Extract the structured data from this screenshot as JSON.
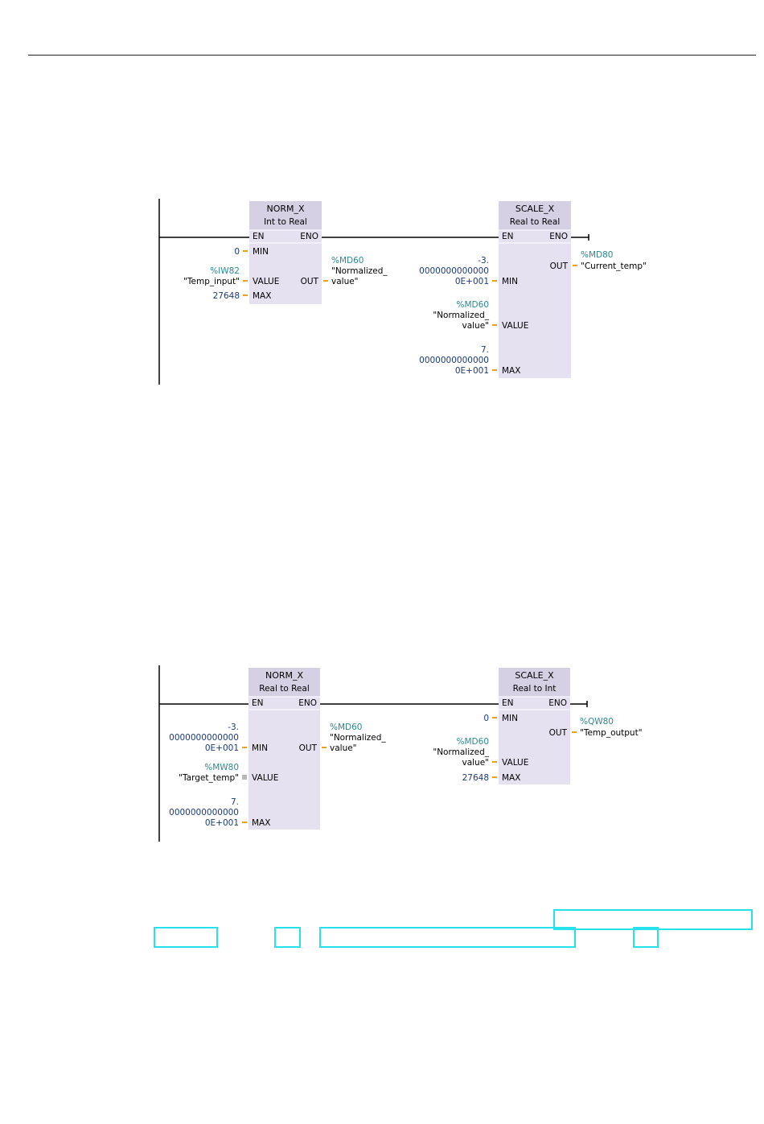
{
  "networks": [
    {
      "id": "net1",
      "blocks": [
        {
          "id": "n1-norm",
          "title": "NORM_X",
          "subtitle": "Int to Real",
          "en": "EN",
          "eno": "ENO",
          "inputs": [
            {
              "pin": "MIN",
              "operand": [
                "0"
              ],
              "operand_color": "navy"
            },
            {
              "pin": "VALUE",
              "address": "%IW82",
              "operand": [
                "\"Temp_input\""
              ],
              "operand_color": "black"
            },
            {
              "pin": "MAX",
              "operand": [
                "27648"
              ],
              "operand_color": "navy"
            }
          ],
          "output": {
            "pin": "OUT",
            "address": "%MD60",
            "operand": [
              "\"Normalized_",
              "value\""
            ]
          }
        },
        {
          "id": "n1-scale",
          "title": "SCALE_X",
          "subtitle": "Real to Real",
          "en": "EN",
          "eno": "ENO",
          "inputs": [
            {
              "pin": "MIN",
              "operand": [
                "-3.",
                "0000000000000",
                "0E+001"
              ],
              "operand_color": "navy"
            },
            {
              "pin": "VALUE",
              "address": "%MD60",
              "operand": [
                "\"Normalized_",
                "value\""
              ],
              "operand_color": "black"
            },
            {
              "pin": "MAX",
              "operand": [
                "7.",
                "0000000000000",
                "0E+001"
              ],
              "operand_color": "navy"
            }
          ],
          "output": {
            "pin": "OUT",
            "address": "%MD80",
            "operand": [
              "\"Current_temp\""
            ]
          }
        }
      ]
    },
    {
      "id": "net2",
      "blocks": [
        {
          "id": "n2-norm",
          "title": "NORM_X",
          "subtitle": "Real to Real",
          "en": "EN",
          "eno": "ENO",
          "inputs": [
            {
              "pin": "MIN",
              "operand": [
                "-3.",
                "0000000000000",
                "0E+001"
              ],
              "operand_color": "navy"
            },
            {
              "pin": "VALUE",
              "address": "%MW80",
              "operand": [
                "\"Target_temp\""
              ],
              "operand_color": "black"
            },
            {
              "pin": "MAX",
              "operand": [
                "7.",
                "0000000000000",
                "0E+001"
              ],
              "operand_color": "navy"
            }
          ],
          "output": {
            "pin": "OUT",
            "address": "%MD60",
            "operand": [
              "\"Normalized_",
              "value\""
            ]
          }
        },
        {
          "id": "n2-scale",
          "title": "SCALE_X",
          "subtitle": "Real to Int",
          "en": "EN",
          "eno": "ENO",
          "inputs": [
            {
              "pin": "MIN",
              "operand": [
                "0"
              ],
              "operand_color": "navy"
            },
            {
              "pin": "VALUE",
              "address": "%MD60",
              "operand": [
                "\"Normalized_",
                "value\""
              ],
              "operand_color": "black"
            },
            {
              "pin": "MAX",
              "operand": [
                "27648"
              ],
              "operand_color": "navy"
            }
          ],
          "output": {
            "pin": "OUT",
            "address": "%QW80",
            "operand": [
              "\"Temp_output\""
            ]
          }
        }
      ]
    }
  ],
  "colors": {
    "block_fill": "#e6e1f0",
    "block_header": "#d5d0e3",
    "wire": "#000000",
    "pin_stub": "#f0a020",
    "address": "#2b8a8e",
    "constant": "#1a3a7a",
    "highlight": "#25e2ec"
  }
}
